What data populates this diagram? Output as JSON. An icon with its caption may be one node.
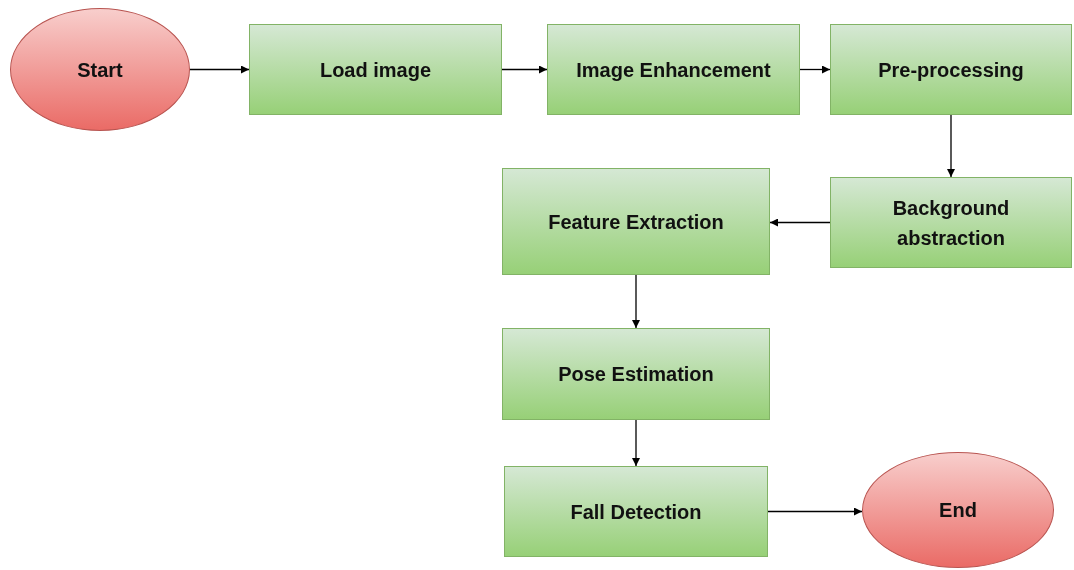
{
  "diagram": {
    "nodes": [
      {
        "text": [
          "Start"
        ]
      },
      {
        "text": [
          "Load image"
        ]
      },
      {
        "text": [
          "Image Enhancement"
        ]
      },
      {
        "text": [
          "Pre-processing"
        ]
      },
      {
        "text": [
          "Background abstraction"
        ]
      },
      {
        "text": [
          "Feature Extraction"
        ]
      },
      {
        "text": [
          "Pose Estimation"
        ]
      },
      {
        "text": [
          "Fall Detection"
        ]
      },
      {
        "text": [
          "End"
        ]
      }
    ],
    "edges": [
      {
        "from": 0,
        "to": 1,
        "arrow": "to"
      },
      {
        "from": 1,
        "to": 2,
        "arrow": "to"
      },
      {
        "from": 2,
        "to": 3,
        "arrow": "to"
      },
      {
        "from": 3,
        "to": 4,
        "arrow": "to"
      },
      {
        "from": 4,
        "to": 5,
        "arrow": "to"
      },
      {
        "from": 5,
        "to": 6,
        "arrow": "to"
      },
      {
        "from": 6,
        "to": 7,
        "arrow": "to"
      },
      {
        "from": 7,
        "to": 8,
        "arrow": "to"
      }
    ]
  }
}
